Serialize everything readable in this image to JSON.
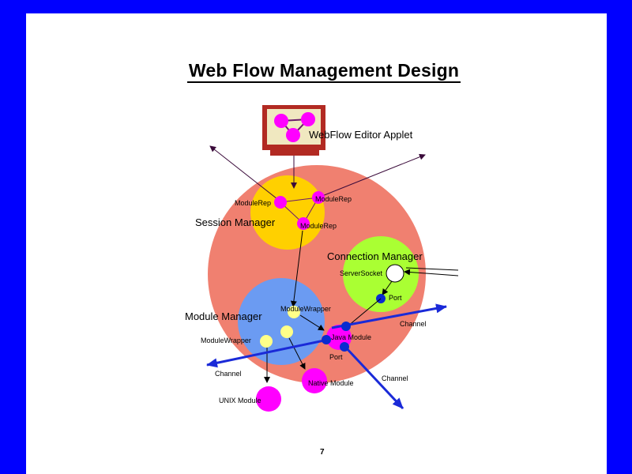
{
  "title": "Web Flow Management Design",
  "page_number": "7",
  "labels": {
    "editor": "WebFlow Editor Applet",
    "session_manager": "Session Manager",
    "connection_manager": "Connection Manager",
    "module_manager": "Module Manager",
    "modulerep_1": "ModuleRep",
    "modulerep_2": "ModuleRep",
    "modulerep_3": "ModuleRep",
    "server_socket": "ServerSocket",
    "port_1": "Port",
    "port_2": "Port",
    "module_wrapper_1": "ModuleWrapper",
    "module_wrapper_2": "ModuleWrapper",
    "java_module": "Java Module",
    "native_module": "Native Module",
    "unix_module": "UNIX Module",
    "channel_1": "Channel",
    "channel_2": "Channel",
    "channel_3": "Channel"
  },
  "colors": {
    "background": "#0000ff",
    "big_circle": "#f08070",
    "session": "#ffd000",
    "connection": "#aaff33",
    "module_manager": "#6b9bf2",
    "magenta": "#ff00ff",
    "port": "#0a2bd0",
    "wrapper": "#ffff88",
    "channel_arrow": "#1a2ad8",
    "monitor": "#b22a22"
  }
}
